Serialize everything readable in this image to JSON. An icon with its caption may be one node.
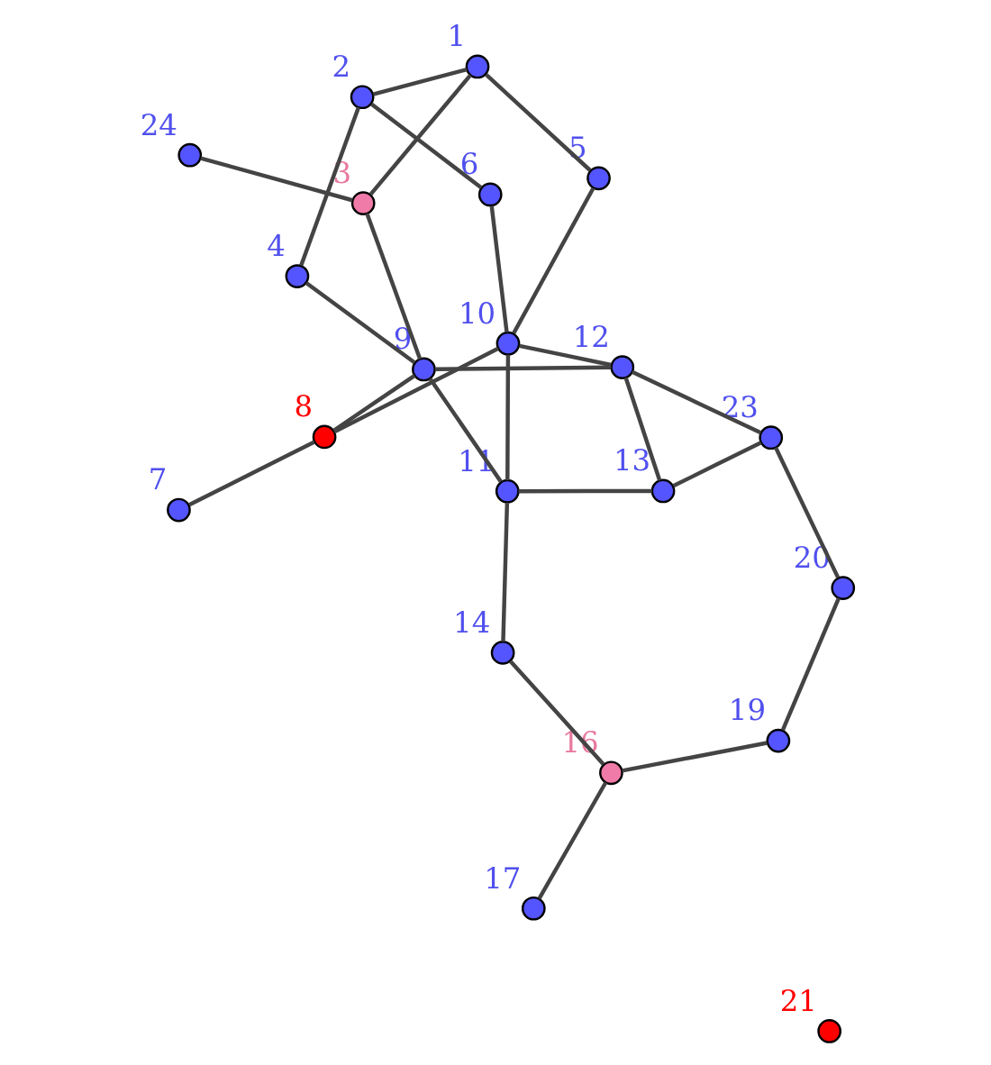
{
  "diagram": {
    "nodes": [
      {
        "text": [],
        "shape": "circle",
        "beside": [
          "1"
        ]
      },
      {
        "text": [],
        "shape": "circle",
        "beside": [
          "2"
        ]
      },
      {
        "text": [],
        "shape": "circle",
        "beside": [
          "3"
        ]
      },
      {
        "text": [],
        "shape": "circle",
        "beside": [
          "4"
        ]
      },
      {
        "text": [],
        "shape": "circle",
        "beside": [
          "5"
        ]
      },
      {
        "text": [],
        "shape": "circle",
        "beside": [
          "6"
        ]
      },
      {
        "text": [],
        "shape": "circle",
        "beside": [
          "7"
        ]
      },
      {
        "text": [],
        "shape": "circle",
        "beside": [
          "8"
        ]
      },
      {
        "text": [],
        "shape": "circle",
        "beside": [
          "9"
        ]
      },
      {
        "text": [],
        "shape": "circle",
        "beside": [
          "10"
        ]
      },
      {
        "text": [],
        "shape": "circle",
        "beside": [
          "11"
        ]
      },
      {
        "text": [],
        "shape": "circle",
        "beside": [
          "12"
        ]
      },
      {
        "text": [],
        "shape": "circle",
        "beside": [
          "13"
        ]
      },
      {
        "text": [],
        "shape": "circle",
        "beside": [
          "14"
        ]
      },
      {
        "text": [],
        "shape": "circle",
        "beside": [
          "16"
        ]
      },
      {
        "text": [],
        "shape": "circle",
        "beside": [
          "17"
        ]
      },
      {
        "text": [],
        "shape": "circle",
        "beside": [
          "19"
        ]
      },
      {
        "text": [],
        "shape": "circle",
        "beside": [
          "20"
        ]
      },
      {
        "text": [],
        "shape": "circle",
        "beside": [
          "21"
        ]
      },
      {
        "text": [],
        "shape": "circle",
        "beside": [
          "23"
        ]
      },
      {
        "text": [],
        "shape": "circle",
        "beside": [
          "24"
        ]
      }
    ],
    "edges": [
      {
        "from": 15,
        "to": 14,
        "arrow": "none"
      },
      {
        "from": 14,
        "to": 16,
        "arrow": "none"
      },
      {
        "from": 16,
        "to": 17,
        "arrow": "none"
      },
      {
        "from": 17,
        "to": 19,
        "arrow": "none"
      },
      {
        "from": 19,
        "to": 12,
        "arrow": "none"
      },
      {
        "from": 19,
        "to": 11,
        "arrow": "none"
      },
      {
        "from": 11,
        "to": 12,
        "arrow": "none"
      },
      {
        "from": 14,
        "to": 13,
        "arrow": "none"
      },
      {
        "from": 13,
        "to": 10,
        "arrow": "none"
      },
      {
        "from": 10,
        "to": 12,
        "arrow": "none"
      },
      {
        "from": 10,
        "to": 8,
        "arrow": "none"
      },
      {
        "from": 10,
        "to": 9,
        "arrow": "none"
      },
      {
        "from": 8,
        "to": 11,
        "arrow": "none"
      },
      {
        "from": 9,
        "to": 11,
        "arrow": "none"
      },
      {
        "from": 8,
        "to": 2,
        "arrow": "none"
      },
      {
        "from": 2,
        "to": 20,
        "arrow": "none"
      },
      {
        "from": 2,
        "to": 0,
        "arrow": "none"
      },
      {
        "from": 8,
        "to": 3,
        "arrow": "none"
      },
      {
        "from": 8,
        "to": 7,
        "arrow": "none"
      },
      {
        "from": 3,
        "to": 1,
        "arrow": "none"
      },
      {
        "from": 0,
        "to": 1,
        "arrow": "none"
      },
      {
        "from": 0,
        "to": 4,
        "arrow": "none"
      },
      {
        "from": 4,
        "to": 9,
        "arrow": "none"
      },
      {
        "from": 1,
        "to": 5,
        "arrow": "none"
      },
      {
        "from": 9,
        "to": 5,
        "arrow": "none"
      },
      {
        "from": 9,
        "to": 7,
        "arrow": "none"
      },
      {
        "from": 7,
        "to": 6,
        "arrow": "none"
      }
    ]
  }
}
